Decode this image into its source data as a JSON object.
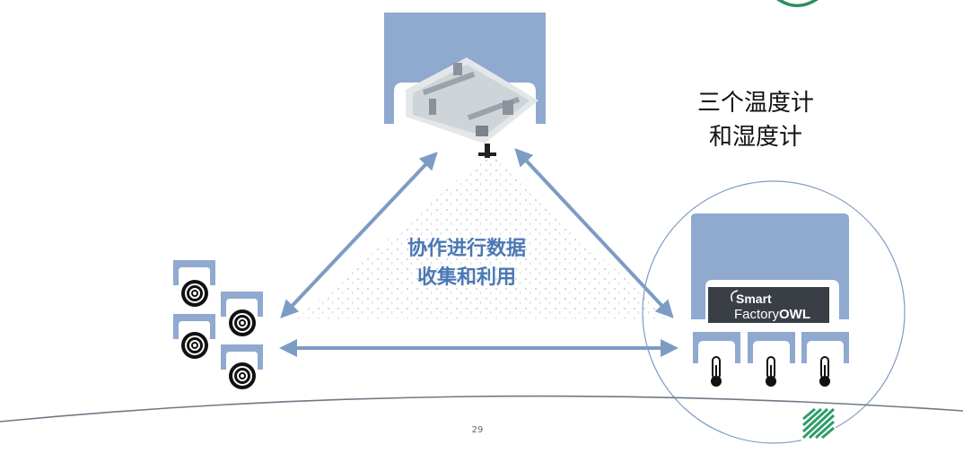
{
  "heading": {
    "line1": "三个温度计",
    "line2": "和湿度计"
  },
  "center_label": {
    "line1": "协作进行数据",
    "line2": "收集和利用"
  },
  "logo": {
    "line1": "Smart",
    "line2_prefix": "Factory",
    "line2_suffix": "OWL"
  },
  "page_number": "29",
  "icons": {
    "sensor": "sensor-disc-icon",
    "thermometer": "thermometer-icon",
    "production_line": "production-line-icon"
  },
  "colors": {
    "block": "#8fa9cf",
    "block_dark": "#7f9bc5",
    "arrow": "#7d9cc4",
    "label": "#4a78b4",
    "logo_bg": "#3a3f45",
    "dots": "#c9cfd6"
  }
}
